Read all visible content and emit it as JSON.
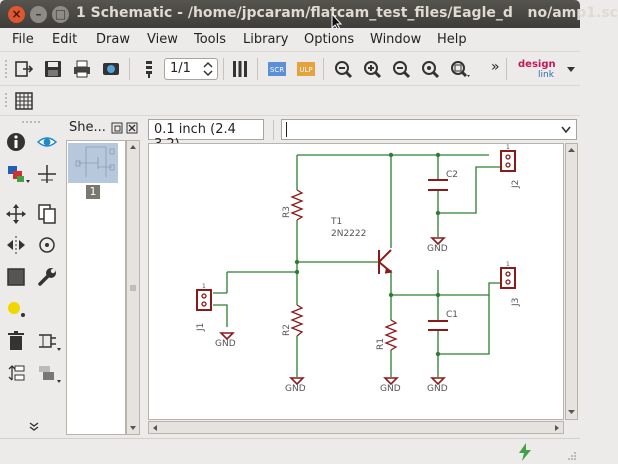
{
  "window": {
    "title": "1 Schematic - /home/jpcaram/flatcam_test_files/Eagle_d",
    "title_tail": "no/amp1.sc"
  },
  "menu": [
    "File",
    "Edit",
    "Draw",
    "View",
    "Tools",
    "Library",
    "Options",
    "Window",
    "Help"
  ],
  "toolbar": {
    "sheet_select": "1/1",
    "more": "»",
    "brand_top": "design",
    "brand_bottom": "link"
  },
  "sheets_panel": {
    "title": "She...",
    "sheet_number": "1"
  },
  "coord_field": "0.1 inch (2.4 3.2)",
  "command_field": "",
  "schematic": {
    "parts": [
      {
        "name": "R3"
      },
      {
        "name": "T1",
        "value": "2N2222"
      },
      {
        "name": "C2"
      },
      {
        "name": "J2"
      },
      {
        "name": "J1"
      },
      {
        "name": "R2"
      },
      {
        "name": "R1"
      },
      {
        "name": "C1"
      },
      {
        "name": "J3"
      }
    ],
    "gnd_label": "GND"
  },
  "colors": {
    "wire": "#2e7d32",
    "part": "#8b1a1a",
    "label": "#555555"
  }
}
